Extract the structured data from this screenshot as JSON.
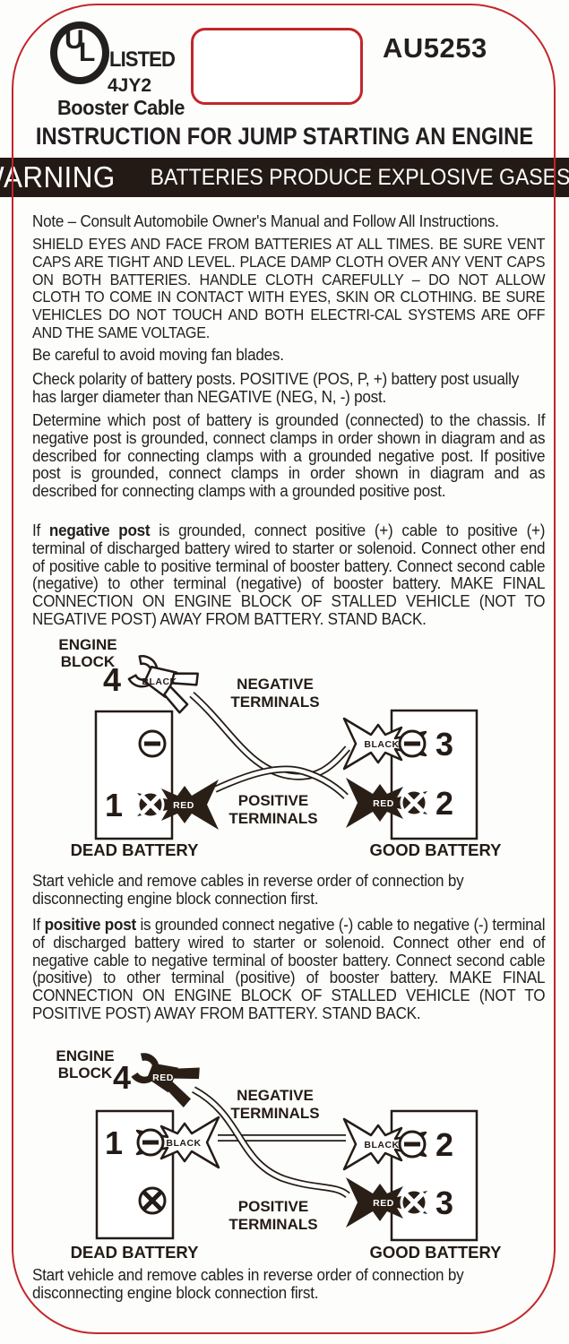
{
  "header": {
    "ul_mark": {
      "u": "U",
      "l": "L",
      "registered": "®",
      "listed": "LISTED",
      "code": "4JY2",
      "product": "Booster Cable"
    },
    "model": "AU5253",
    "title": "INSTRUCTION FOR JUMP STARTING AN ENGINE"
  },
  "warning": {
    "word": "WARNING",
    "text": "BATTERIES PRODUCE EXPLOSIVE GASES."
  },
  "paragraphs": {
    "note": "Note – Consult Automobile Owner's Manual and Follow All Instructions.",
    "shield": "SHIELD EYES AND FACE FROM BATTERIES AT ALL TIMES. BE SURE VENT CAPS ARE TIGHT AND LEVEL. PLACE DAMP CLOTH OVER ANY VENT CAPS ON BOTH BATTERIES. HANDLE CLOTH CAREFULLY – DO NOT ALLOW CLOTH TO COME IN CONTACT WITH EYES, SKIN OR CLOTHING. BE SURE VEHICLES DO NOT TOUCH AND BOTH ELECTRI-CAL SYSTEMS ARE OFF AND THE SAME VOLTAGE.",
    "fan": "Be careful to avoid moving fan blades.",
    "polarity": "Check polarity of battery posts. POSITIVE (POS, P, +) battery post usually has larger diameter than NEGATIVE (NEG, N, -) post.",
    "determine": "Determine which post of battery is grounded (connected) to the chassis. If negative post is grounded, connect clamps in order shown in diagram and as described for connecting clamps with a grounded negative post. If positive post is grounded, connect clamps in order shown in diagram and as described for connecting clamps with a grounded positive post.",
    "negative": {
      "prefix": "If ",
      "bold": "negative post",
      "rest": " is grounded, connect positive (+) cable to positive (+) terminal of discharged battery wired to starter or solenoid.  Connect other end of positive cable to positive terminal of booster battery. Connect second cable (negative) to other terminal (negative) of booster battery.  MAKE FINAL CONNECTION ON ENGINE BLOCK OF STALLED VEHICLE (NOT TO NEGATIVE POST) AWAY FROM BATTERY. STAND BACK."
    },
    "start1": "Start vehicle and remove cables in reverse order of connection by disconnecting engine block connection first.",
    "positive": {
      "prefix": "If ",
      "bold": "positive post",
      "rest": " is grounded connect negative (-) cable to negative (-) terminal of discharged battery wired to starter or solenoid. Connect other end of negative cable to negative terminal of booster battery. Connect second cable (positive) to other terminal (positive) of booster battery.  MAKE FINAL CONNECTION ON ENGINE BLOCK OF STALLED VEHICLE (NOT TO POSITIVE POST) AWAY FROM BATTERY. STAND BACK."
    },
    "start2": "Start vehicle and remove cables in reverse order of connection by disconnecting engine block connection first."
  },
  "diagram1": {
    "engine_block_1": "ENGINE",
    "engine_block_2": "BLOCK",
    "negative_terminals_1": "NEGATIVE",
    "negative_terminals_2": "TERMINALS",
    "positive_terminals_1": "POSITIVE",
    "positive_terminals_2": "TERMINALS",
    "dead_battery": "DEAD BATTERY",
    "good_battery": "GOOD BATTERY",
    "clamp1": {
      "step": "1",
      "label": "RED"
    },
    "clamp2": {
      "step": "2",
      "label": "RED"
    },
    "clamp3": {
      "step": "3",
      "label": "BLACK"
    },
    "clamp4": {
      "step": "4",
      "label": "BLACK"
    }
  },
  "diagram2": {
    "engine_block_1": "ENGINE",
    "engine_block_2": "BLOCK",
    "negative_terminals_1": "NEGATIVE",
    "negative_terminals_2": "TERMINALS",
    "positive_terminals_1": "POSITIVE",
    "positive_terminals_2": "TERMINALS",
    "dead_battery": "DEAD BATTERY",
    "good_battery": "GOOD BATTERY",
    "clamp1": {
      "step": "1",
      "label": "BLACK"
    },
    "clamp2": {
      "step": "2",
      "label": "BLACK"
    },
    "clamp3": {
      "step": "3",
      "label": "RED"
    },
    "clamp4": {
      "step": "4",
      "label": "RED"
    }
  },
  "colors": {
    "border_red": "#c2262b",
    "warning_bg": "#241a15",
    "ink": "#231f20",
    "clamp_dark": "#2a1f17"
  }
}
